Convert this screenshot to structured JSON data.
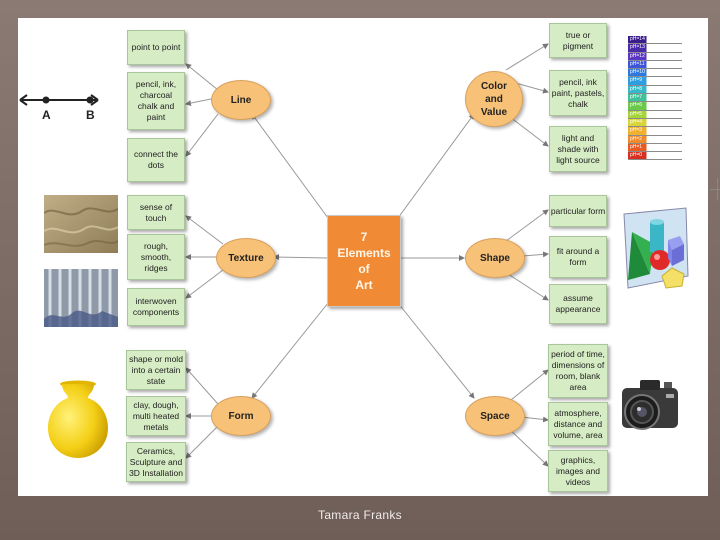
{
  "center": {
    "label": "7\nElements\nof\nArt"
  },
  "topics": {
    "line": "Line",
    "color_value": "Color\nand\nValue",
    "texture": "Texture",
    "shape": "Shape",
    "form": "Form",
    "space": "Space"
  },
  "leaves": {
    "line_1": "point to point",
    "line_2": "pencil, ink,\ncharcoal\nchalk and\npaint",
    "line_3": "connect the\ndots",
    "texture_1": "sense of\ntouch",
    "texture_2": "rough,\nsmooth,\nridges",
    "texture_3": "interwoven\ncomponents",
    "form_1": "shape or mold\ninto a certain\nstate",
    "form_2": "clay, dough,\nmulti heated\nmetals",
    "form_3": "Ceramics,\nSculpture and\n3D Installation",
    "color_1": "true or\npigment",
    "color_2": "pencil, ink\npaint, pastels,\nchalk",
    "color_3": "light and\nshade with\nlight source",
    "shape_1": "particular form",
    "shape_2": "fit around a\nform",
    "shape_3": "assume\nappearance",
    "space_1": "period of time,\ndimensions of\nroom, blank\narea",
    "space_2": "atmosphere,\ndistance and\nvolume, area",
    "space_3": "graphics,\nimages and\nvideos"
  },
  "line_figure": {
    "point_a": "A",
    "point_b": "B"
  },
  "ph_scale": [
    "pH=14",
    "pH=13",
    "pH=12",
    "pH=11",
    "pH=10",
    "pH=9",
    "pH=8",
    "pH=7",
    "pH=6",
    "pH=5",
    "pH=4",
    "pH=3",
    "pH=2",
    "pH=1",
    "pH=0"
  ],
  "ph_colors": [
    "#3a1d8c",
    "#4a2aa8",
    "#5b36c4",
    "#3d55d8",
    "#2f78e0",
    "#2f9ee0",
    "#35b9c9",
    "#3fc29a",
    "#6ac94a",
    "#a7d43a",
    "#d8d43a",
    "#f0b030",
    "#f08a2a",
    "#e85a22",
    "#d83020"
  ],
  "colors": {
    "center": "#f08a35",
    "topic": "#f7c177",
    "leaf": "#d6ecc4"
  },
  "footer": {
    "author": "Tamara Franks"
  }
}
